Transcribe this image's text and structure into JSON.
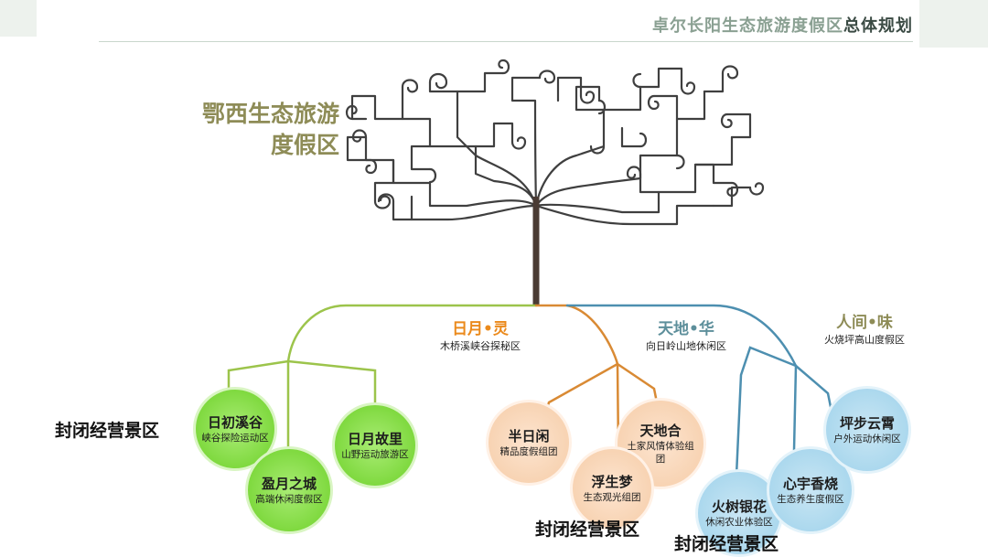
{
  "header": {
    "title_part1": "卓尔长阳生态旅游度假区",
    "title_part2": "总体规划"
  },
  "theme": {
    "line1": "鄂西生态旅游",
    "line2": "度假区"
  },
  "zones": [
    {
      "title": "日月•灵",
      "subtitle": "木桥溪峡谷探秘区",
      "color": "#eb8a1c"
    },
    {
      "title": "天地•华",
      "subtitle": "向日岭山地休闲区",
      "color": "#5d8f9b"
    },
    {
      "title": "人间•味",
      "subtitle": "火烧坪高山度假区",
      "color": "#8e8c57"
    }
  ],
  "nodes": [
    {
      "title": "日初溪谷",
      "subtitle": "峡谷探险运动区",
      "style": "green"
    },
    {
      "title": "盈月之城",
      "subtitle": "高端休闲度假区",
      "style": "green"
    },
    {
      "title": "日月故里",
      "subtitle": "山野运动旅游区",
      "style": "green"
    },
    {
      "title": "半日闲",
      "subtitle": "精品度假组团",
      "style": "peach"
    },
    {
      "title": "天地合",
      "subtitle": "土家风情体验组团",
      "style": "peach"
    },
    {
      "title": "浮生梦",
      "subtitle": "生态观光组团",
      "style": "peach"
    },
    {
      "title": "火树银花",
      "subtitle": "休闲农业体验区",
      "style": "blue"
    },
    {
      "title": "心宇香烧",
      "subtitle": "生态养生度假区",
      "style": "blue"
    },
    {
      "title": "坪步云霄",
      "subtitle": "户外运动休闲区",
      "style": "blue"
    }
  ],
  "closed_labels": [
    "封闭经营景区",
    "封闭经营景区",
    "封闭经营景区"
  ],
  "colors": {
    "trunk": "#4a3b34",
    "green_branch": "#9cc44b",
    "orange_branch": "#d98a34",
    "blue_branch": "#4d8fb0",
    "theme_text": "#8e8c57"
  }
}
